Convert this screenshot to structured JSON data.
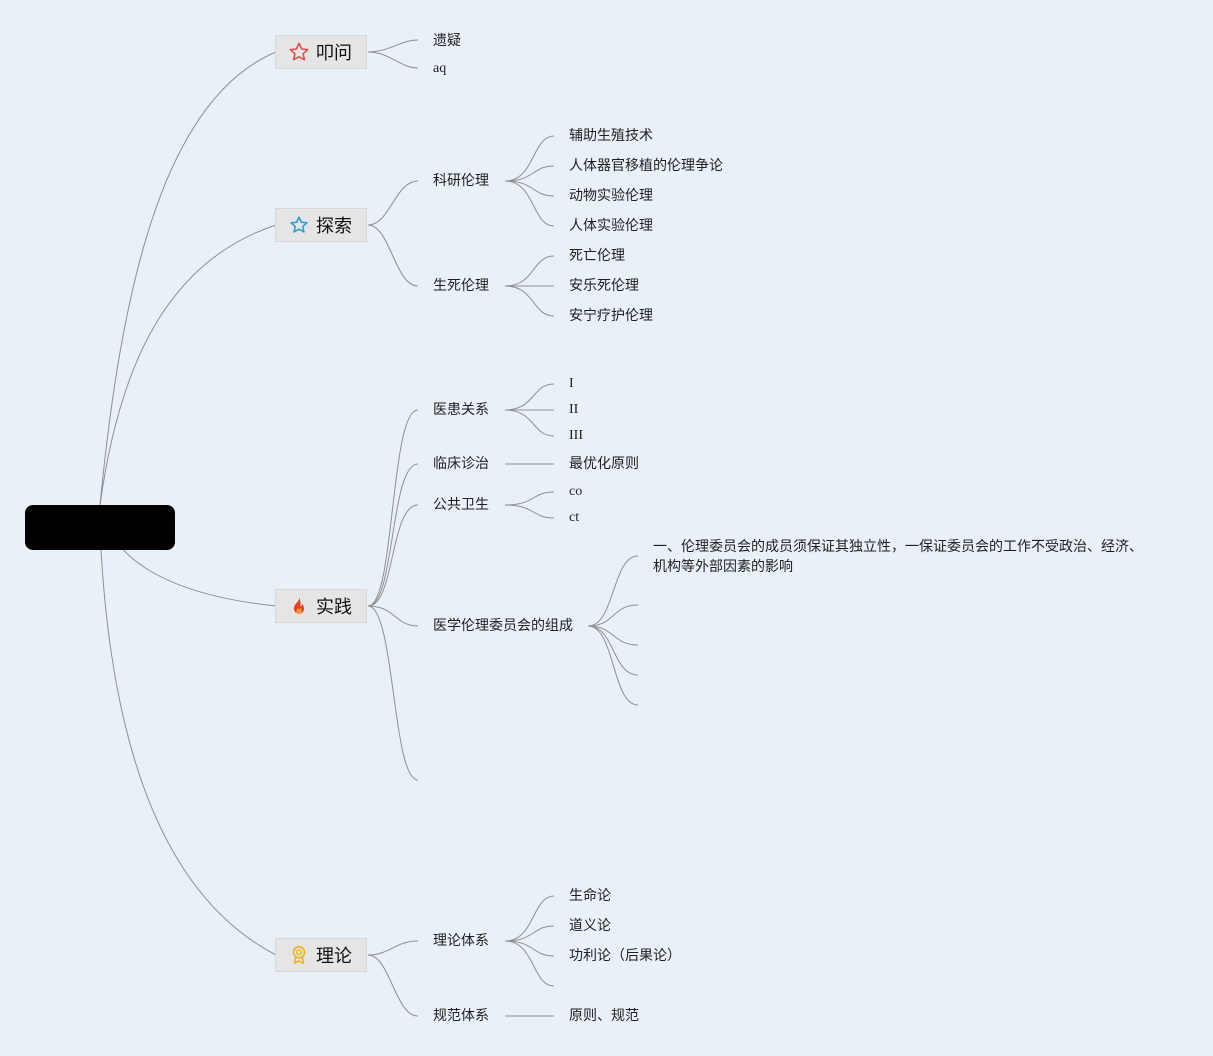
{
  "root": {
    "label": ""
  },
  "branches": {
    "kouwen": {
      "label": "叩问",
      "icon": "star-outline-red-icon",
      "children": [
        "遗疑",
        "aq"
      ]
    },
    "tansuo": {
      "label": "探索",
      "icon": "star-outline-blue-icon",
      "keyan": {
        "label": "科研伦理",
        "children": [
          "辅助生殖技术",
          "人体器官移植的伦理争论",
          "动物实验伦理",
          "人体实验伦理"
        ]
      },
      "shengsi": {
        "label": "生死伦理",
        "children": [
          "死亡伦理",
          "安乐死伦理",
          "安宁疗护伦理"
        ]
      }
    },
    "shijian": {
      "label": "实践",
      "icon": "fire-icon",
      "yihuan": {
        "label": "医患关系",
        "children": [
          "I",
          "II",
          "III"
        ]
      },
      "linchuang": {
        "label": "临床诊治",
        "children": [
          "最优化原则"
        ]
      },
      "gonggong": {
        "label": "公共卫生",
        "children": [
          "co",
          "ct"
        ]
      },
      "weiyuanhui": {
        "label": "医学伦理委员会的组成",
        "children": [
          "一、伦理委员会的成员须保证其独立性，一保证委员会的工作不受政治、经济、机构等外部因素的影响"
        ]
      }
    },
    "lilun": {
      "label": "理论",
      "icon": "award-icon",
      "tixi": {
        "label": "理论体系",
        "children": [
          "生命论",
          "道义论",
          "功利论（后果论）"
        ]
      },
      "guifan": {
        "label": "规范体系",
        "children": [
          "原则、规范"
        ]
      }
    }
  },
  "colors": {
    "background": "#e9f0f8",
    "line": "#8f8f8f",
    "star_red": "#e5473e",
    "star_blue": "#2f9bd6",
    "fire": "#ee3d1c",
    "award": "#f2b51f"
  }
}
